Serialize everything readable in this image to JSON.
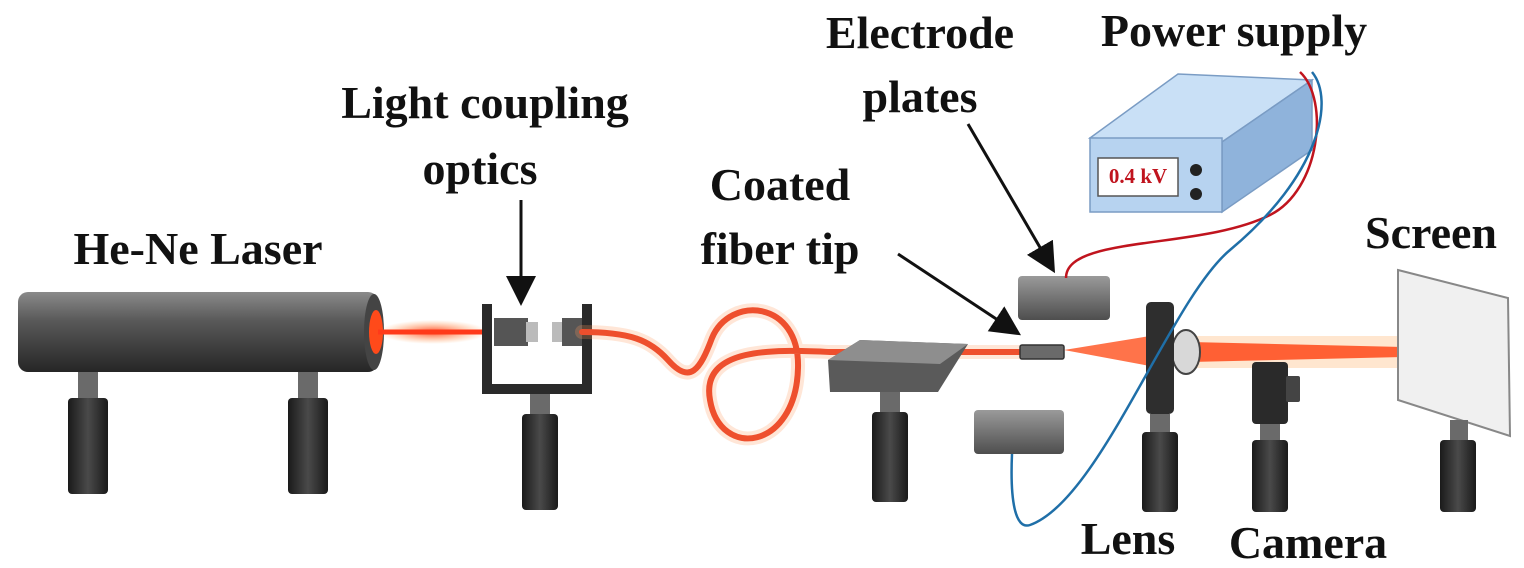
{
  "labels": {
    "laser": "He-Ne Laser",
    "coupling_line1": "Light coupling",
    "coupling_line2": "optics",
    "fiber_tip_line1": "Coated",
    "fiber_tip_line2": "fiber tip",
    "electrode_line1": "Electrode",
    "electrode_line2": "plates",
    "power_supply": "Power supply",
    "screen": "Screen",
    "lens": "Lens",
    "camera": "Camera"
  },
  "power_supply_readout": "0.4 kV",
  "colors": {
    "laser_beam": "#ff3a1a",
    "fiber": "#e8361c",
    "wire_positive": "#c0141e",
    "wire_negative": "#1f6fa8",
    "equipment": "#3a3a3a",
    "power_supply_body": "#b7d3f0"
  }
}
